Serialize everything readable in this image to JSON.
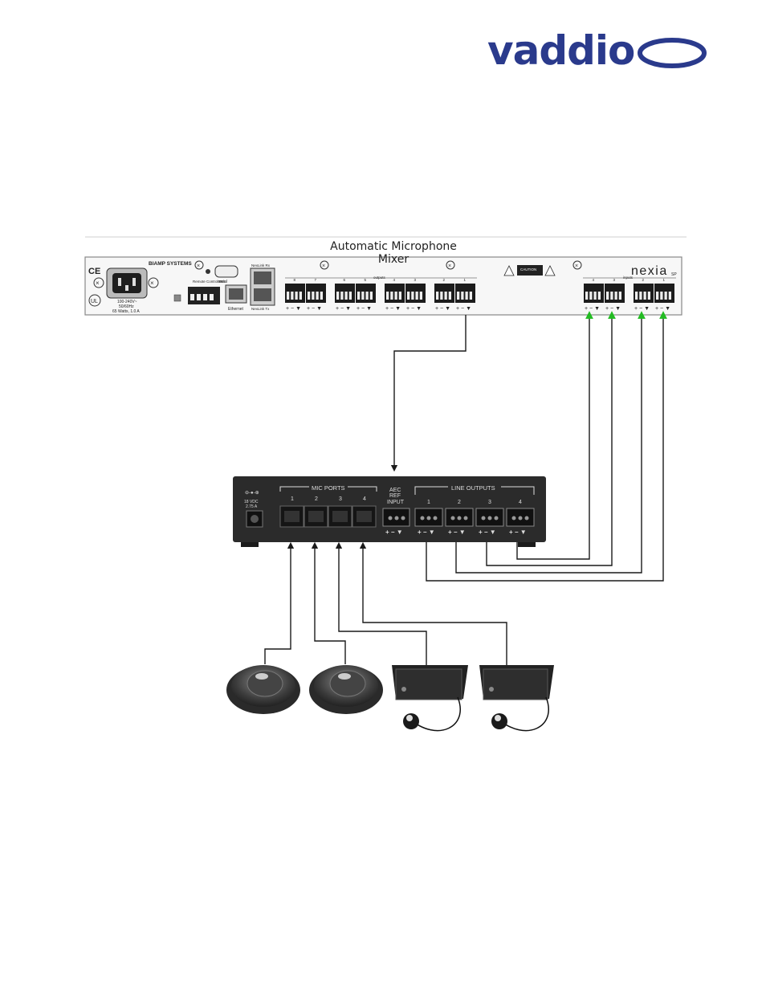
{
  "brand": {
    "logo_text": "vaddio",
    "logo_color": "#2a3a8c"
  },
  "mixer": {
    "title": "Automatic Microphone Mixer",
    "brand_text": "BIAMP SYSTEMS",
    "product_text": "nexia",
    "product_suffix": "SP",
    "power_text": "100-240V~",
    "freq_text": "50/60Hz",
    "watts_text": "65 Watts, 1.0 A",
    "remote_text": "Remote Control Bus",
    "serial_text": "serial",
    "ethernet_text": "Ethernet",
    "nexlink_rx": "NexLink Rx",
    "nexlink_tx": "NexLink Tx",
    "outputs_label": "outputs",
    "inputs_label": "inputs",
    "caution_text": "CAUTION",
    "output_numbers": [
      "8",
      "7",
      "6",
      "5",
      "4",
      "3",
      "2",
      "1"
    ],
    "input_numbers": [
      "4",
      "3",
      "2",
      "1"
    ],
    "terminal_symbols": "+ − ▼"
  },
  "mic_mixer": {
    "power_label": "18 VDC",
    "power_current": "2.75 A",
    "mic_ports_label": "MIC PORTS",
    "mic_port_numbers": [
      "1",
      "2",
      "3",
      "4"
    ],
    "aec_label_1": "AEC",
    "aec_label_2": "REF",
    "aec_label_3": "INPUT",
    "line_outputs_label": "LINE OUTPUTS",
    "line_output_numbers": [
      "1",
      "2",
      "3",
      "4"
    ],
    "terminal_symbols": "+ − ▼"
  },
  "colors": {
    "wire": "#1a1a1a",
    "arrow_green": "#22bb22",
    "chassis": "#2b2b2b",
    "rack_border": "#888888"
  },
  "icons": [
    "power-inlet-icon",
    "ground-screw-icon",
    "caution-triangle-icon",
    "ce-mark-icon",
    "ul-mark-icon"
  ]
}
